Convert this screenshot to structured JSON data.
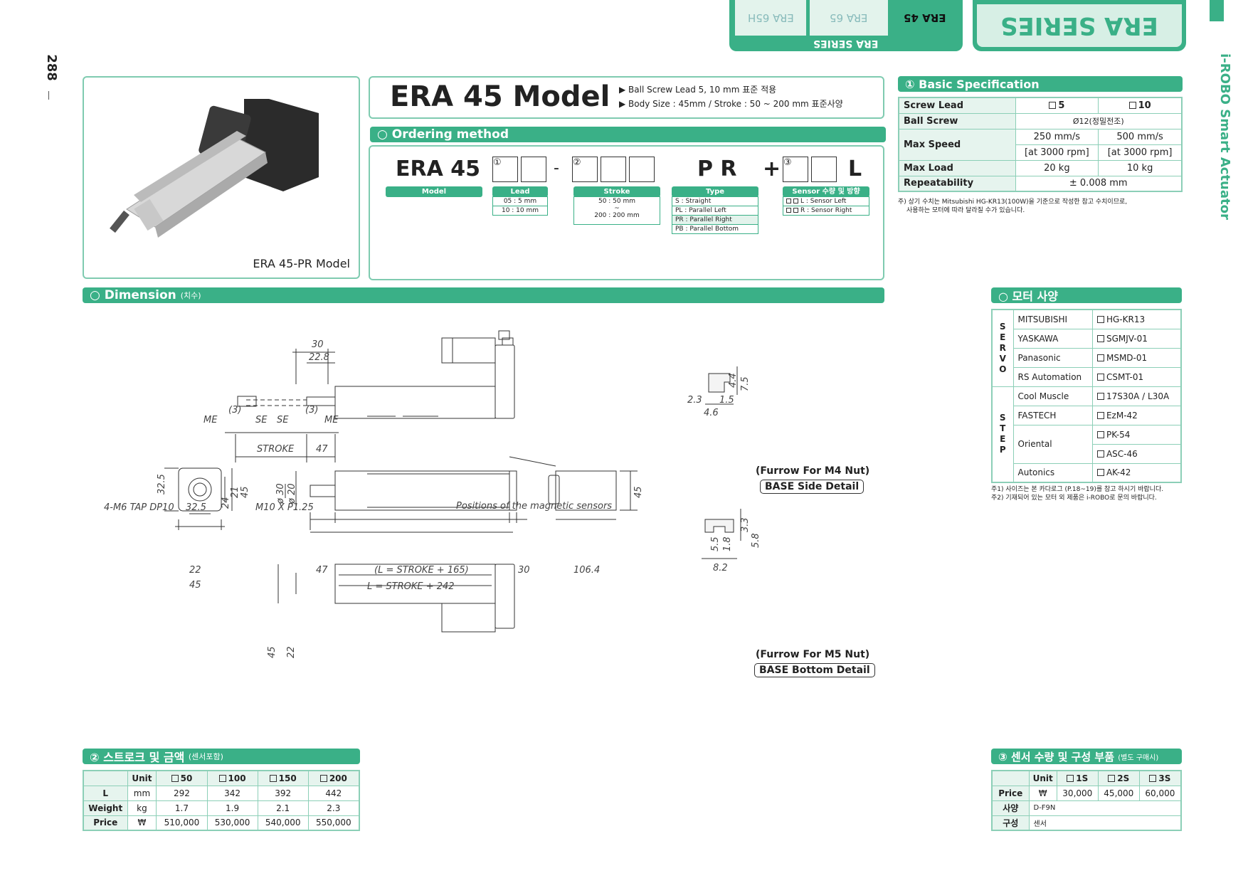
{
  "page_number": "288",
  "side_brand": "i-ROBO Smart Actuator",
  "top_tabs": {
    "series_big": "ERA SERIES",
    "series_small": "ERA SERIES",
    "tab1": "ERA 45",
    "tab2": "ERA 65",
    "tab3": "ERA 65H"
  },
  "product": {
    "photo_caption": "ERA 45-PR Model",
    "title": "ERA 45 Model",
    "bullet1": "▶ Ball Screw Lead 5, 10 mm 표준 적용",
    "bullet2": "▶ Body Size : 45mm / Stroke : 50 ~ 200 mm 표준사양"
  },
  "ordering": {
    "header": "○ Ordering method",
    "model": "ERA 45",
    "num1": "①",
    "num2": "②",
    "num3": "③",
    "dash": "-",
    "pr": "P R",
    "plus": "+",
    "l": "L",
    "tag_model": "Model",
    "tag_lead": "Lead",
    "lead_opts": [
      "05 : 5 mm",
      "10 : 10 mm"
    ],
    "tag_stroke": "Stroke",
    "stroke_opts": [
      "50 : 50 mm",
      "~",
      "200 : 200 mm"
    ],
    "tag_type": "Type",
    "type_opts": [
      "S : Straight",
      "PL : Parallel Left",
      "PR : Parallel Right",
      "PB : Parallel Bottom"
    ],
    "tag_sensor": "Sensor 수량 및 방향",
    "sensor_opts": [
      "L : Sensor Left",
      "R : Sensor Right"
    ]
  },
  "basic_spec": {
    "header": "① Basic Specification",
    "col_lead": "Screw Lead",
    "col5": "5",
    "col10": "10",
    "row_ballscrew": "Ball Screw",
    "ballscrew_val": "Ø12(정밀전조)",
    "row_maxspeed": "Max Speed",
    "speed5": "250 mm/s",
    "speed10": "500 mm/s",
    "rpm5": "[at 3000 rpm]",
    "rpm10": "[at 3000 rpm]",
    "row_maxload": "Max Load",
    "load5": "20 kg",
    "load10": "10 kg",
    "row_repeat": "Repeatability",
    "repeat_val": "± 0.008 mm",
    "note1": "주) 상기 수치는 Mitsubishi HG-KR13(100W)을 기준으로 작성한 참고 수치이므로,",
    "note2": "사용하는 모터에 따라 달라질 수가 있습니다."
  },
  "dimension": {
    "header": "○ Dimension",
    "header_sub": "(치수)",
    "labels": {
      "d30": "30",
      "d228": "22.8",
      "me": "ME",
      "se": "SE",
      "p3": "(3)",
      "stroke": "STROKE",
      "d47": "47",
      "tap": "4-M6 TAP DP10",
      "d325": "32.5",
      "d21": "21",
      "d24": "24",
      "d45": "45",
      "d22": "22",
      "m10": "M10 X P1.25",
      "phi30": "ø 30",
      "phi20": "ø 20",
      "sensors": "Positions of the magnetic sensors",
      "lstroke165": "(L = STROKE + 165)",
      "lstroke242": "L = STROKE + 242",
      "d1064": "106.4",
      "d44": "4.4",
      "d75": "7.5",
      "d23": "2.3",
      "d15": "1.5",
      "d46": "4.6",
      "d33": "3.3",
      "d58": "5.8",
      "d55": "5.5",
      "d18": "1.8",
      "d82": "8.2"
    },
    "side_detail_title": "(Furrow For M4 Nut)",
    "side_detail_box": "BASE Side Detail",
    "bottom_detail_title": "(Furrow For M5 Nut)",
    "bottom_detail_box": "BASE Bottom Detail"
  },
  "motor": {
    "header": "○ 모터 사양",
    "servo_label": "SERVO",
    "step_label": "STEP",
    "rows": [
      {
        "maker": "MITSUBISHI",
        "model": "HG-KR13"
      },
      {
        "maker": "YASKAWA",
        "model": "SGMJV-01"
      },
      {
        "maker": "Panasonic",
        "model": "MSMD-01"
      },
      {
        "maker": "RS Automation",
        "model": "CSMT-01"
      },
      {
        "maker": "Cool Muscle",
        "model": "17S30A / L30A"
      },
      {
        "maker": "FASTECH",
        "model": "EzM-42"
      },
      {
        "maker": "Oriental",
        "model": "PK-54"
      },
      {
        "maker": "",
        "model": "ASC-46"
      },
      {
        "maker": "Autonics",
        "model": "AK-42"
      }
    ],
    "note1": "주1) 사이즈는 본 카다로그 (P.18~19)를 참고 하시기 바랍니다.",
    "note2": "주2) 기재되어 있는 모터 외 제품은 i-ROBO로 문의 바랍니다."
  },
  "stroke_price": {
    "header": "② 스트로크 및 금액",
    "header_sub": "(센서포함)",
    "head": [
      "",
      "Unit",
      "50",
      "100",
      "150",
      "200"
    ],
    "rows": [
      [
        "L",
        "mm",
        "292",
        "342",
        "392",
        "442"
      ],
      [
        "Weight",
        "kg",
        "1.7",
        "1.9",
        "2.1",
        "2.3"
      ],
      [
        "Price",
        "₩",
        "510,000",
        "530,000",
        "540,000",
        "550,000"
      ]
    ]
  },
  "sensor_price": {
    "header": "③ 센서 수량 및 구성 부품",
    "header_sub": "(별도 구매시)",
    "head": [
      "",
      "Unit",
      "1S",
      "2S",
      "3S"
    ],
    "price_label": "Price",
    "price_unit": "₩",
    "prices": [
      "30,000",
      "45,000",
      "60,000"
    ],
    "spec_label": "사양",
    "spec_val": "D-F9N",
    "comp_label": "구성",
    "comp_val": "센서"
  }
}
